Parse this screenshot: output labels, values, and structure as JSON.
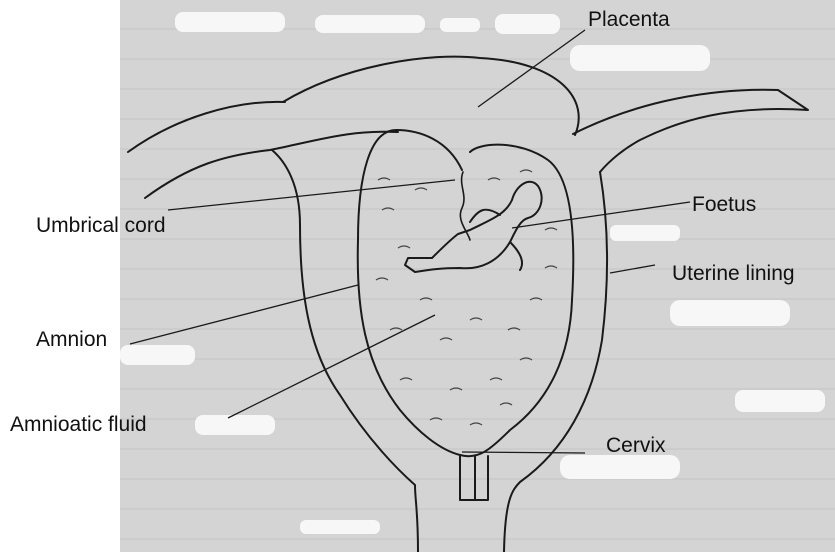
{
  "diagram": {
    "labels": {
      "placenta": "Placenta",
      "umbilical_cord": "Umbrical cord",
      "foetus": "Foetus",
      "uterine_lining": "Uterine lining",
      "amnion": "Amnion",
      "amniotic_fluid": "Amnioatic fluid",
      "cervix": "Cervix"
    }
  },
  "colors": {
    "paper": "#d4d4d4",
    "ink": "#1a1a1a",
    "label_text": "#111111",
    "background": "#ffffff"
  }
}
